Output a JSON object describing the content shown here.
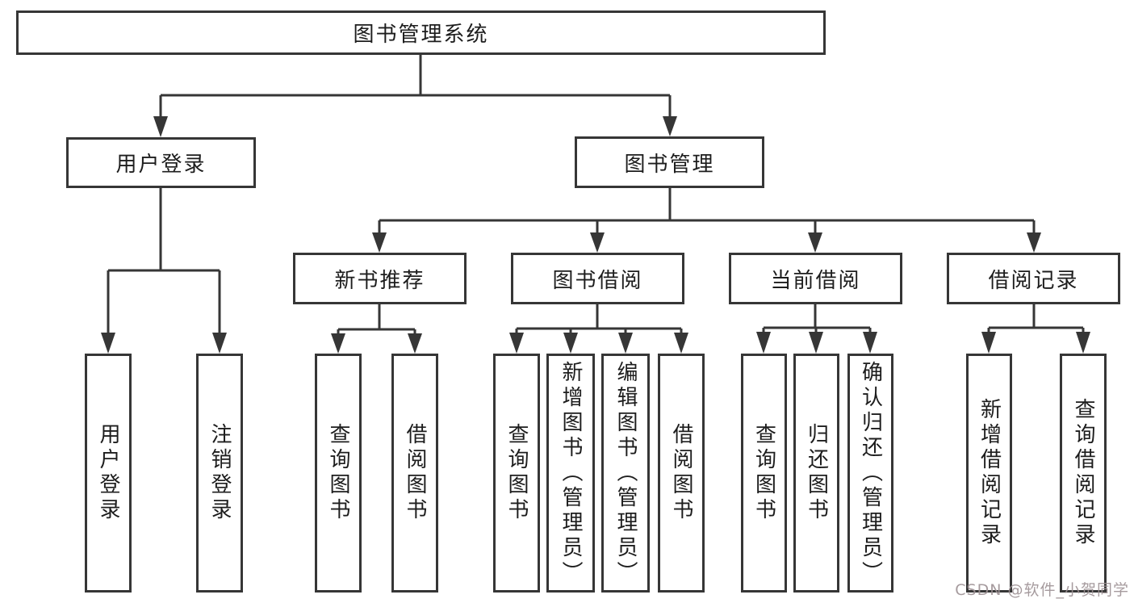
{
  "tree": {
    "root": "图书管理系统",
    "level2": [
      {
        "label": "用户登录"
      },
      {
        "label": "图书管理"
      }
    ],
    "level3": [
      {
        "label": "新书推荐"
      },
      {
        "label": "图书借阅"
      },
      {
        "label": "当前借阅"
      },
      {
        "label": "借阅记录"
      }
    ],
    "leaves": {
      "login": [
        "用户登录",
        "注销登录"
      ],
      "newbook": [
        "查询图书",
        "借阅图书"
      ],
      "borrow": [
        "查询图书",
        "新增图书（管理员）",
        "编辑图书（管理员）",
        "借阅图书"
      ],
      "current": [
        "查询图书",
        "归还图书",
        "确认归还（管理员）"
      ],
      "records": [
        "新增借阅记录",
        "查询借阅记录"
      ]
    }
  },
  "watermark": {
    "text": "CSDN @软件_小贺同学"
  },
  "colors": {
    "line": "#363636",
    "text": "#1d1d1d",
    "watermark": "#9d9194",
    "background": "#ffffff"
  }
}
